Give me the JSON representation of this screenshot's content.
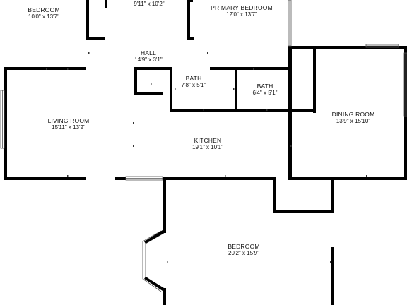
{
  "colors": {
    "wall": "#000000",
    "window": "#555555",
    "background": "#ffffff"
  },
  "rooms": {
    "bedroom_nw": {
      "name": "BEDROOM",
      "dims": "10'0\" x 13'7\""
    },
    "closet_top": {
      "name": "",
      "dims": "9'11\" x 10'2\""
    },
    "primary_bedroom": {
      "name": "PRIMARY BEDROOM",
      "dims": "12'0\" x 13'7\""
    },
    "hall": {
      "name": "HALL",
      "dims": "14'9\" x 3'1\""
    },
    "bath_1": {
      "name": "BATH",
      "dims": "7'8\" x 5'1\""
    },
    "bath_2": {
      "name": "BATH",
      "dims": "6'4\" x 5'1\""
    },
    "living_room": {
      "name": "LIVING ROOM",
      "dims": "15'11\" x 13'2\""
    },
    "kitchen": {
      "name": "KITCHEN",
      "dims": "19'1\" x 10'1\""
    },
    "dining_room": {
      "name": "DINING ROOM",
      "dims": "13'9\" x 15'10\""
    },
    "bedroom_s": {
      "name": "BEDROOM",
      "dims": "20'2\" x 15'9\""
    }
  }
}
